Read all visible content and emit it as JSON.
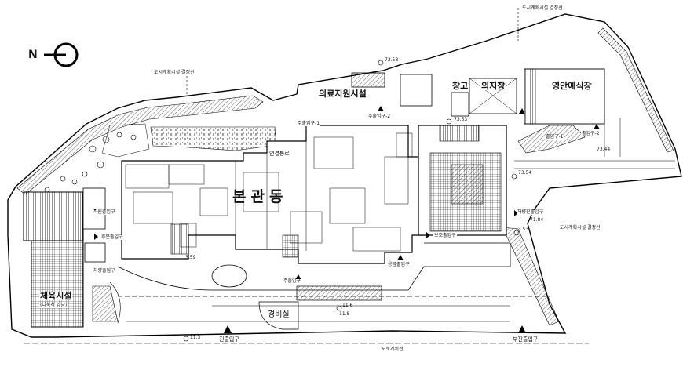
{
  "north_arrow": {
    "label": "N"
  },
  "boundary_labels": {
    "top": "도시계획시설 결정선",
    "left": "도시계획시설 결정선",
    "right": "도시계획시설 결정선",
    "bottom": "도로계획선"
  },
  "buildings": {
    "main": "본관동",
    "medical_support": "의료지원시설",
    "warehouse": "창고",
    "incinerator": "의지창",
    "funeral_hall": "영안예식장",
    "gym": "체육시설",
    "gym_sub": "(다목적 강당)",
    "guard_house": "경비실",
    "annex_passage": "연결통로"
  },
  "entrances": {
    "main_gate": "진출입구",
    "sub_gate": "부진출입구",
    "vehicle_entrance_left": "차량출입구",
    "vehicle_entrance_right": "차량진출입구",
    "main_entrance": "주출입구",
    "main_entrance_1": "주출입구-1",
    "main_entrance_2": "주출입구-2",
    "staff_entrance": "직원출입구",
    "emergency_entrance": "응급출입구",
    "rear_entrance": "후문출입구",
    "side_entrance": "보조출입구",
    "exit_1": "출입구-1",
    "exit_2": "출입구-2"
  },
  "elevations": {
    "e1": "73.58",
    "e2": "73.53",
    "e3": "73.54",
    "e4": "73.44",
    "e5": "73.53",
    "e6": "71.84",
    "e7": "11.3",
    "e8": "11.6",
    "e9": "11.8",
    "e10": "3.59"
  }
}
